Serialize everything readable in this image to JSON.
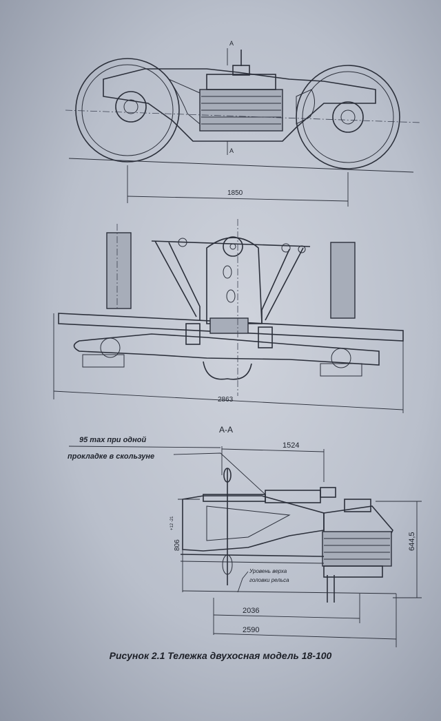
{
  "views": {
    "side": {
      "dim_base": "1850",
      "section_mark": "A"
    },
    "plan": {
      "dim_width": "2863"
    },
    "section": {
      "title": "А-А",
      "note_line1": "95 max при одной",
      "note_line2": "прокладке в скользуне",
      "dim_1524": "1524",
      "dim_806": "806",
      "dim_806_tol": "+12 -21",
      "dim_644": "644,5",
      "rail_label_1": "Уровень верха",
      "rail_label_2": "головки рельса",
      "dim_2036": "2036",
      "dim_2590": "2590"
    }
  },
  "caption": "Рисунок 2.1 Тележка двухосная модель 18-100",
  "colors": {
    "paper": "#c6cbd5",
    "ink": "#2b2f3a"
  }
}
